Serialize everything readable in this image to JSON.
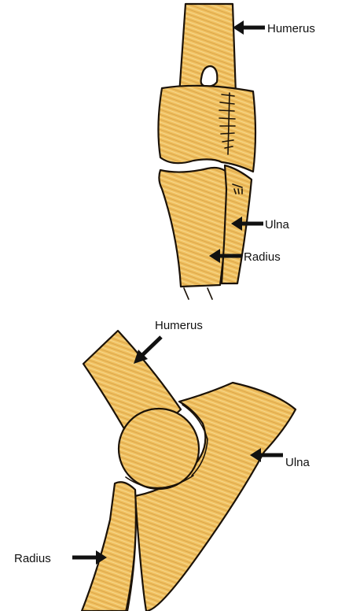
{
  "colors": {
    "bone_fill": "#f0c060",
    "bone_light": "#f6d98e",
    "bone_dark": "#dba548",
    "outline": "#1b1208"
  },
  "front_view": {
    "labels": {
      "humerus": "Humerus",
      "ulna": "Ulna",
      "radius": "Radius"
    }
  },
  "side_view": {
    "labels": {
      "humerus": "Humerus",
      "ulna": "Ulna",
      "radius": "Radius"
    }
  }
}
